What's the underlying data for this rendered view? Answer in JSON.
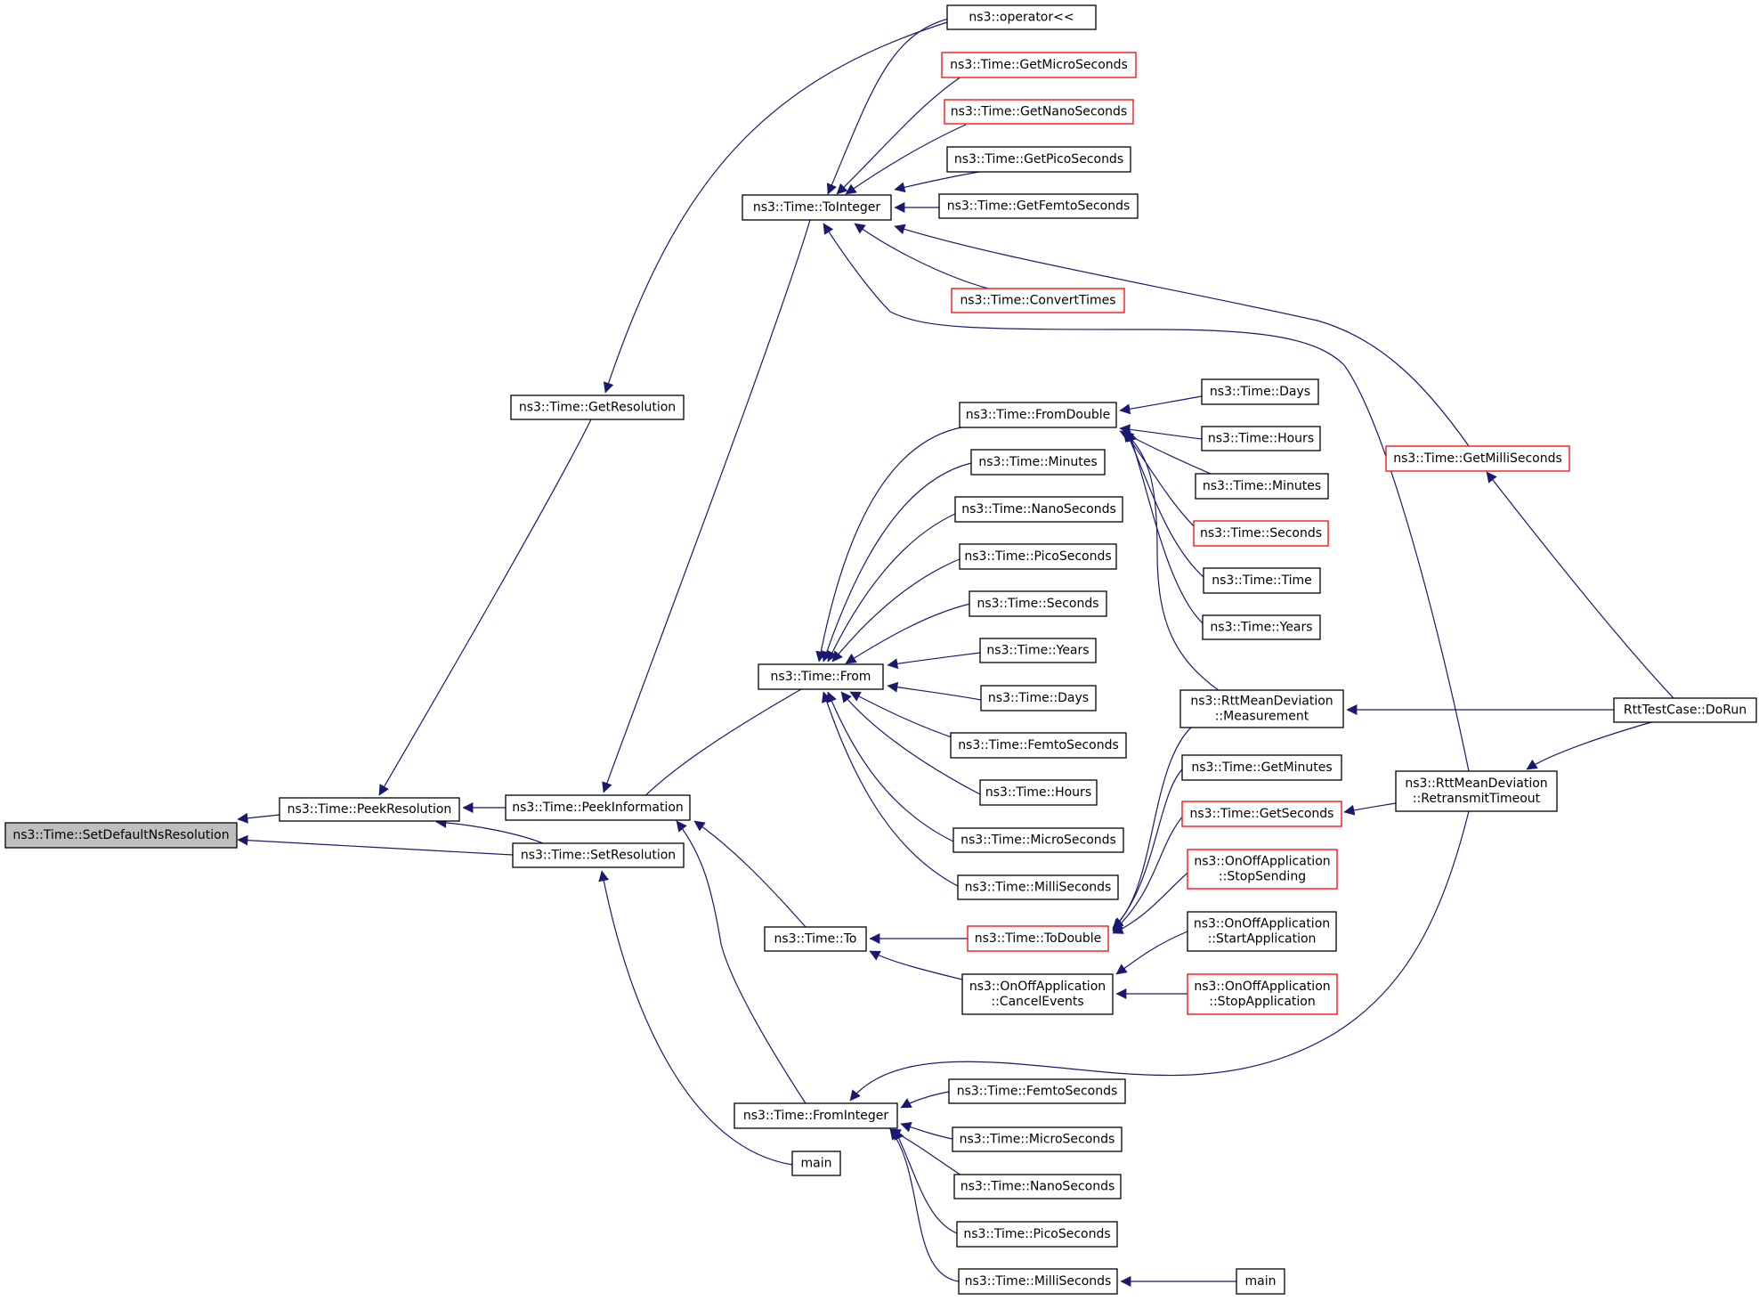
{
  "colors": {
    "edge": "#191970",
    "node_border": "#000000",
    "node_incomplete_border": "#ff0000",
    "root_fill": "#bfbfbf",
    "node_fill": "#ffffff"
  },
  "nodes": [
    {
      "id": "root",
      "lines": [
        "ns3::Time::SetDefaultNsResolution"
      ],
      "style": "root"
    },
    {
      "id": "peekres",
      "lines": [
        "ns3::Time::PeekResolution"
      ],
      "style": "normal"
    },
    {
      "id": "getres",
      "lines": [
        "ns3::Time::GetResolution"
      ],
      "style": "normal"
    },
    {
      "id": "peekinfo",
      "lines": [
        "ns3::Time::PeekInformation"
      ],
      "style": "normal"
    },
    {
      "id": "setres",
      "lines": [
        "ns3::Time::SetResolution"
      ],
      "style": "normal"
    },
    {
      "id": "op",
      "lines": [
        "ns3::operator<<"
      ],
      "style": "normal"
    },
    {
      "id": "toint",
      "lines": [
        "ns3::Time::ToInteger"
      ],
      "style": "normal"
    },
    {
      "id": "getmicro",
      "lines": [
        "ns3::Time::GetMicroSeconds"
      ],
      "style": "red"
    },
    {
      "id": "getnano",
      "lines": [
        "ns3::Time::GetNanoSeconds"
      ],
      "style": "red"
    },
    {
      "id": "getpico",
      "lines": [
        "ns3::Time::GetPicoSeconds"
      ],
      "style": "normal"
    },
    {
      "id": "getfemto",
      "lines": [
        "ns3::Time::GetFemtoSeconds"
      ],
      "style": "normal"
    },
    {
      "id": "convert",
      "lines": [
        "ns3::Time::ConvertTimes"
      ],
      "style": "red"
    },
    {
      "id": "getmilli",
      "lines": [
        "ns3::Time::GetMilliSeconds"
      ],
      "style": "red"
    },
    {
      "id": "fromdouble",
      "lines": [
        "ns3::Time::FromDouble"
      ],
      "style": "normal"
    },
    {
      "id": "fd_days",
      "lines": [
        "ns3::Time::Days"
      ],
      "style": "normal"
    },
    {
      "id": "fd_hours",
      "lines": [
        "ns3::Time::Hours"
      ],
      "style": "normal"
    },
    {
      "id": "fd_minutes",
      "lines": [
        "ns3::Time::Minutes"
      ],
      "style": "normal"
    },
    {
      "id": "fd_seconds",
      "lines": [
        "ns3::Time::Seconds"
      ],
      "style": "red"
    },
    {
      "id": "fd_time",
      "lines": [
        "ns3::Time::Time"
      ],
      "style": "normal"
    },
    {
      "id": "fd_years",
      "lines": [
        "ns3::Time::Years"
      ],
      "style": "normal"
    },
    {
      "id": "f_minutes",
      "lines": [
        "ns3::Time::Minutes"
      ],
      "style": "normal"
    },
    {
      "id": "f_nano",
      "lines": [
        "ns3::Time::NanoSeconds"
      ],
      "style": "normal"
    },
    {
      "id": "f_pico",
      "lines": [
        "ns3::Time::PicoSeconds"
      ],
      "style": "normal"
    },
    {
      "id": "f_seconds",
      "lines": [
        "ns3::Time::Seconds"
      ],
      "style": "normal"
    },
    {
      "id": "f_years",
      "lines": [
        "ns3::Time::Years"
      ],
      "style": "normal"
    },
    {
      "id": "from",
      "lines": [
        "ns3::Time::From"
      ],
      "style": "normal"
    },
    {
      "id": "f_days",
      "lines": [
        "ns3::Time::Days"
      ],
      "style": "normal"
    },
    {
      "id": "f_femto",
      "lines": [
        "ns3::Time::FemtoSeconds"
      ],
      "style": "normal"
    },
    {
      "id": "f_hours",
      "lines": [
        "ns3::Time::Hours"
      ],
      "style": "normal"
    },
    {
      "id": "f_micro",
      "lines": [
        "ns3::Time::MicroSeconds"
      ],
      "style": "normal"
    },
    {
      "id": "f_milli",
      "lines": [
        "ns3::Time::MilliSeconds"
      ],
      "style": "normal"
    },
    {
      "id": "rtt_meas",
      "lines": [
        "ns3::RttMeanDeviation",
        "::Measurement"
      ],
      "style": "normal"
    },
    {
      "id": "rtt_dorun",
      "lines": [
        "RttTestCase::DoRun"
      ],
      "style": "normal"
    },
    {
      "id": "getminutes",
      "lines": [
        "ns3::Time::GetMinutes"
      ],
      "style": "normal"
    },
    {
      "id": "getseconds",
      "lines": [
        "ns3::Time::GetSeconds"
      ],
      "style": "red"
    },
    {
      "id": "rtt_retx",
      "lines": [
        "ns3::RttMeanDeviation",
        "::RetransmitTimeout"
      ],
      "style": "normal"
    },
    {
      "id": "onoff_stopsend",
      "lines": [
        "ns3::OnOffApplication",
        "::StopSending"
      ],
      "style": "red"
    },
    {
      "id": "onoff_startapp",
      "lines": [
        "ns3::OnOffApplication",
        "::StartApplication"
      ],
      "style": "normal"
    },
    {
      "id": "onoff_cancel",
      "lines": [
        "ns3::OnOffApplication",
        "::CancelEvents"
      ],
      "style": "normal"
    },
    {
      "id": "onoff_stopapp",
      "lines": [
        "ns3::OnOffApplication",
        "::StopApplication"
      ],
      "style": "red"
    },
    {
      "id": "to",
      "lines": [
        "ns3::Time::To"
      ],
      "style": "normal"
    },
    {
      "id": "todouble",
      "lines": [
        "ns3::Time::ToDouble"
      ],
      "style": "red"
    },
    {
      "id": "fromint",
      "lines": [
        "ns3::Time::FromInteger"
      ],
      "style": "normal"
    },
    {
      "id": "fi_femto",
      "lines": [
        "ns3::Time::FemtoSeconds"
      ],
      "style": "normal"
    },
    {
      "id": "fi_micro",
      "lines": [
        "ns3::Time::MicroSeconds"
      ],
      "style": "normal"
    },
    {
      "id": "fi_nano",
      "lines": [
        "ns3::Time::NanoSeconds"
      ],
      "style": "normal"
    },
    {
      "id": "fi_pico",
      "lines": [
        "ns3::Time::PicoSeconds"
      ],
      "style": "normal"
    },
    {
      "id": "fi_milli",
      "lines": [
        "ns3::Time::MilliSeconds"
      ],
      "style": "normal"
    },
    {
      "id": "main1",
      "lines": [
        "main"
      ],
      "style": "normal"
    },
    {
      "id": "main2",
      "lines": [
        "main"
      ],
      "style": "normal"
    }
  ],
  "edges": [
    {
      "from": "peekres",
      "to": "root"
    },
    {
      "from": "setres",
      "to": "root"
    },
    {
      "from": "getres",
      "to": "peekres"
    },
    {
      "from": "peekinfo",
      "to": "peekres"
    },
    {
      "from": "setres",
      "to": "peekres"
    },
    {
      "from": "op",
      "to": "getres"
    },
    {
      "from": "toint",
      "to": "peekinfo"
    },
    {
      "from": "from",
      "to": "peekinfo"
    },
    {
      "from": "to",
      "to": "peekinfo"
    },
    {
      "from": "fromint",
      "to": "peekinfo"
    },
    {
      "from": "main1",
      "to": "setres"
    },
    {
      "from": "op",
      "to": "toint"
    },
    {
      "from": "getmicro",
      "to": "toint"
    },
    {
      "from": "getnano",
      "to": "toint"
    },
    {
      "from": "getpico",
      "to": "toint"
    },
    {
      "from": "getfemto",
      "to": "toint"
    },
    {
      "from": "convert",
      "to": "toint"
    },
    {
      "from": "getmilli",
      "to": "toint"
    },
    {
      "from": "rtt_retx",
      "to": "toint"
    },
    {
      "from": "rtt_dorun",
      "to": "getmilli"
    },
    {
      "from": "fromdouble",
      "to": "from"
    },
    {
      "from": "f_minutes",
      "to": "from"
    },
    {
      "from": "f_nano",
      "to": "from"
    },
    {
      "from": "f_pico",
      "to": "from"
    },
    {
      "from": "f_seconds",
      "to": "from"
    },
    {
      "from": "f_years",
      "to": "from"
    },
    {
      "from": "f_days",
      "to": "from"
    },
    {
      "from": "f_femto",
      "to": "from"
    },
    {
      "from": "f_hours",
      "to": "from"
    },
    {
      "from": "f_micro",
      "to": "from"
    },
    {
      "from": "f_milli",
      "to": "from"
    },
    {
      "from": "fd_days",
      "to": "fromdouble"
    },
    {
      "from": "fd_hours",
      "to": "fromdouble"
    },
    {
      "from": "fd_minutes",
      "to": "fromdouble"
    },
    {
      "from": "fd_seconds",
      "to": "fromdouble"
    },
    {
      "from": "fd_time",
      "to": "fromdouble"
    },
    {
      "from": "fd_years",
      "to": "fromdouble"
    },
    {
      "from": "rtt_meas",
      "to": "fromdouble"
    },
    {
      "from": "rtt_dorun",
      "to": "rtt_meas"
    },
    {
      "from": "rtt_dorun",
      "to": "rtt_retx"
    },
    {
      "from": "rtt_retx",
      "to": "getseconds"
    },
    {
      "from": "todouble",
      "to": "to"
    },
    {
      "from": "onoff_cancel",
      "to": "to"
    },
    {
      "from": "rtt_meas",
      "to": "todouble"
    },
    {
      "from": "getminutes",
      "to": "todouble"
    },
    {
      "from": "getseconds",
      "to": "todouble"
    },
    {
      "from": "onoff_stopsend",
      "to": "todouble"
    },
    {
      "from": "onoff_startapp",
      "to": "onoff_cancel"
    },
    {
      "from": "onoff_stopapp",
      "to": "onoff_cancel"
    },
    {
      "from": "fi_femto",
      "to": "fromint"
    },
    {
      "from": "fi_micro",
      "to": "fromint"
    },
    {
      "from": "fi_nano",
      "to": "fromint"
    },
    {
      "from": "fi_pico",
      "to": "fromint"
    },
    {
      "from": "fi_milli",
      "to": "fromint"
    },
    {
      "from": "rtt_retx",
      "to": "fromint"
    },
    {
      "from": "main2",
      "to": "fi_milli"
    }
  ]
}
